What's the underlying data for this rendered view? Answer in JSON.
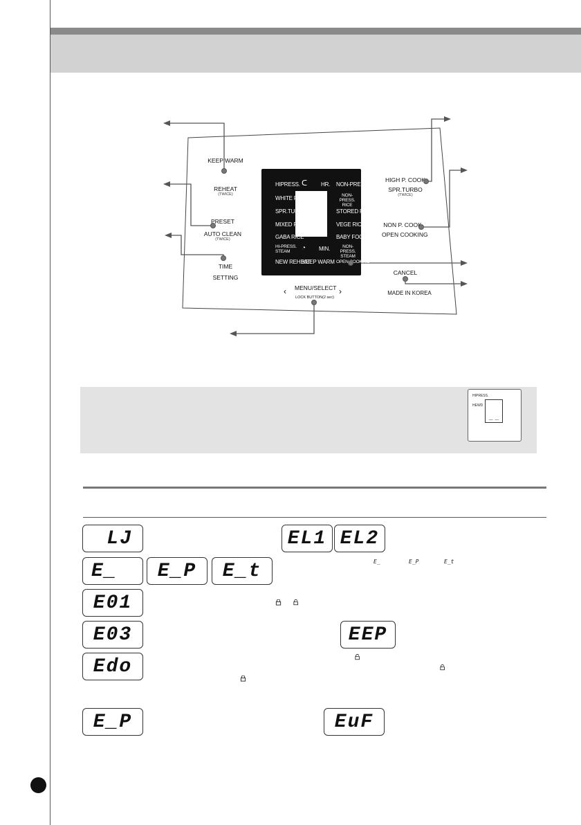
{
  "panel": {
    "left_buttons": [
      {
        "main": "KEEP WARM",
        "alt": "REHEAT",
        "sub": "(TWICE)"
      },
      {
        "main": "PRESET",
        "alt": "AUTO CLEAN",
        "sub": "(TWICE)"
      },
      {
        "main": "TIME",
        "alt": "SETTING",
        "sub": ""
      }
    ],
    "right_buttons": [
      {
        "main": "HIGH P. COOK",
        "alt": "SPR.TURBO",
        "sub": "(TWICE)"
      },
      {
        "main": "NON P. COOK",
        "alt": "OPEN COOKING",
        "sub": ""
      }
    ],
    "cancel_label": "CANCEL",
    "made_in": "MADE IN KOREA",
    "menu": {
      "main": "MENU/SELECT",
      "sub": "LOCK BUTTON(2 sec)",
      "left_arrow": "‹",
      "right_arrow": "›"
    },
    "display": {
      "left_col": [
        "HIPRESS.",
        "WHITE RICE",
        "SPR.TURBO",
        "MIXED RICE",
        "GABA RICE",
        "HI-PRESS. STEAM",
        "NEW REHEAT"
      ],
      "right_col": [
        "NON-PRESS.",
        "NON-PRESS. RICE",
        "STORED RICE",
        "VEGE RICE",
        "BABY FOOD",
        "NON-PRESS. STEAM",
        "OPEN COOKING"
      ],
      "hr_label": "HR.",
      "min_label": "MIN.",
      "keep_warm": "KEEP WARM"
    }
  },
  "mini_display": {
    "top": "HIPRESS.",
    "label": "HEWD",
    "value": "_ _"
  },
  "error_codes": {
    "row1": [
      "LJ",
      "EL1",
      "EL2"
    ],
    "row2": [
      "E_",
      "E_P",
      "E_t"
    ],
    "row2_ref": [
      "E_",
      "E_P",
      "E_t"
    ],
    "row3": [
      "E01"
    ],
    "row4": [
      "E03",
      "EEP"
    ],
    "row5": [
      "Edo"
    ],
    "row6": [
      "E_P",
      "EuF"
    ]
  }
}
